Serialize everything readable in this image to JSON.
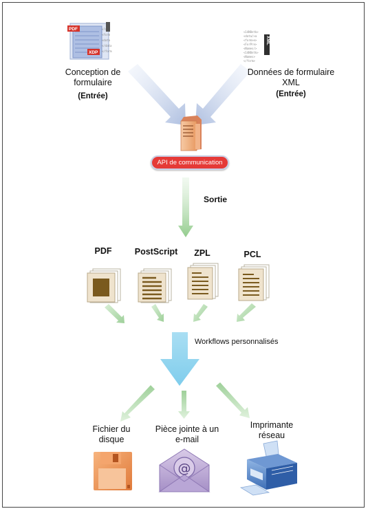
{
  "inputs": {
    "design": {
      "line1": "Conception de",
      "line2": "formulaire",
      "note": "(Entrée)"
    },
    "xml": {
      "line1": "Données de formulaire",
      "line2": "XML",
      "note": "(Entrée)"
    }
  },
  "api_label": "API de communication",
  "output_label": "Sortie",
  "formats": [
    "PDF",
    "PostScript",
    "ZPL",
    "PCL"
  ],
  "workflow_label": "Workflows personnalisés",
  "destinations": {
    "disk": {
      "line1": "Fichier du",
      "line2": "disque"
    },
    "email": {
      "line1": "Pièce jointe à un",
      "line2": "e-mail"
    },
    "printer": {
      "line1": "Imprimante",
      "line2": "réseau"
    }
  },
  "icon_text": {
    "pdf": "PDF",
    "xdp": "XDP",
    "xml_badge": "XML"
  },
  "colors": {
    "api": "#e53a37",
    "input_arrow": "#b8c8e6",
    "green_arrow": "#9fd09a",
    "workflow_arrow": "#8dd2ee",
    "doc_fill": "#efe3cd",
    "doc_ink": "#7a5a1e"
  }
}
